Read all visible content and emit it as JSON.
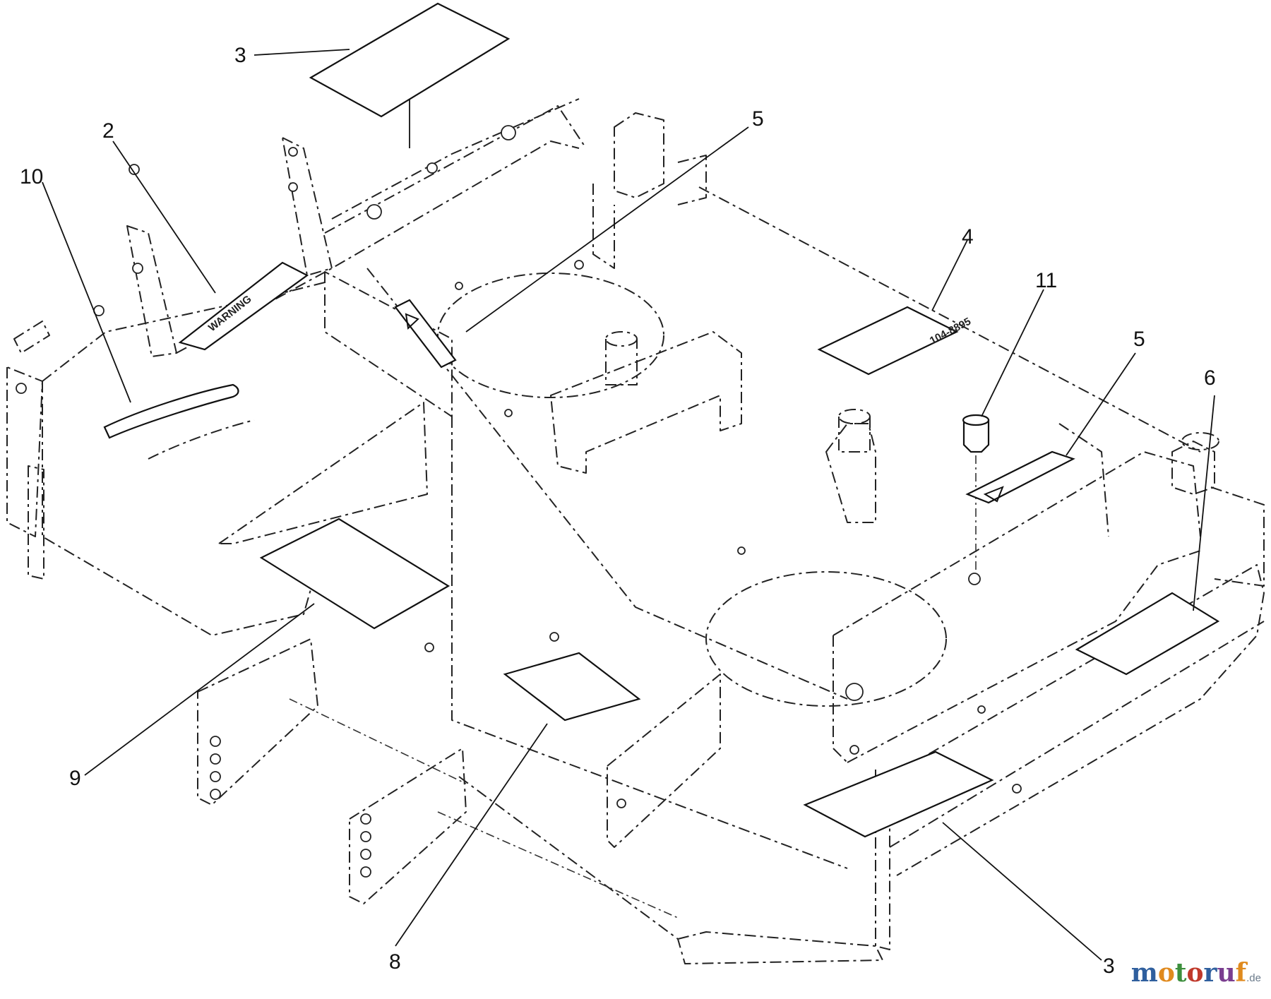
{
  "callouts": [
    "3",
    "2",
    "10",
    "5",
    "4",
    "11",
    "5",
    "6",
    "9",
    "8",
    "3"
  ],
  "decal_text": {
    "warning": "WARNING",
    "part_number": "104-8895"
  },
  "watermark": {
    "letters": [
      "m",
      "o",
      "t",
      "o",
      "r",
      "u",
      "f"
    ],
    "colors": [
      "#2f5f9e",
      "#e08a1e",
      "#3d8f3d",
      "#c0392b",
      "#2f5f9e",
      "#7a3d8f",
      "#e08a1e"
    ],
    "suffix": ".de"
  }
}
